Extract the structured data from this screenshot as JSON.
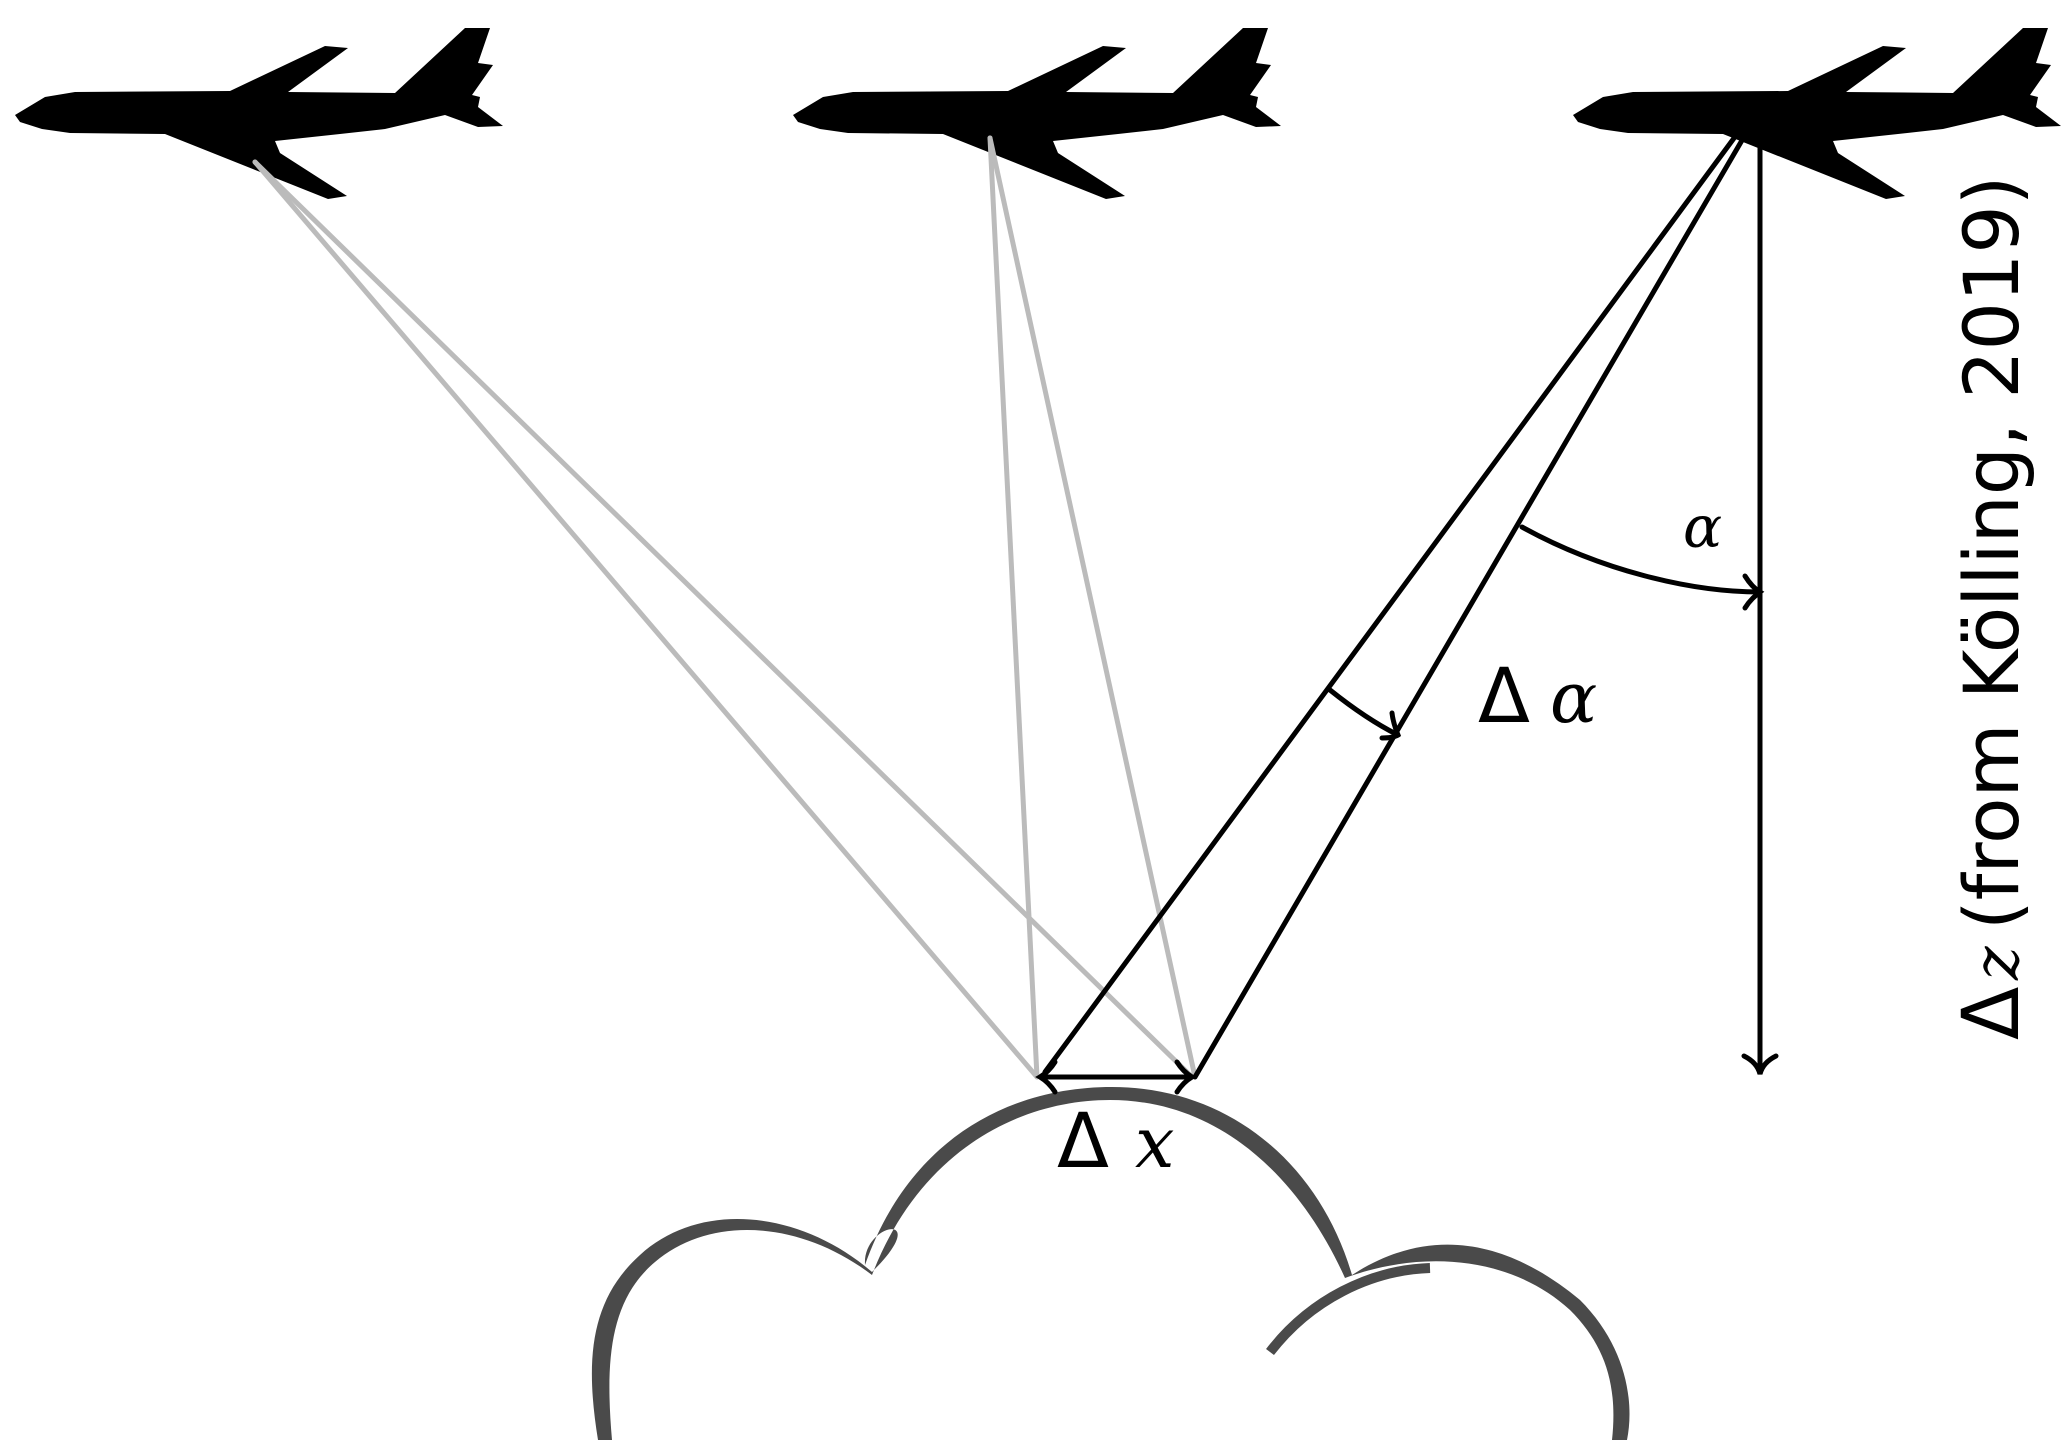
{
  "colors": {
    "background": "#ffffff",
    "ink": "#000000",
    "ray_gray": "#bbbbbb",
    "cloud_gray": "#4a4a4a"
  },
  "labels": {
    "alpha_symbol": "α",
    "delta_symbol": "Δ",
    "x_symbol": "x",
    "z_symbol": "z",
    "z_text": "(from Kölling, 2019)"
  },
  "icons": [
    "airplane-icon",
    "airplane-icon",
    "airplane-icon",
    "cloud-icon"
  ]
}
